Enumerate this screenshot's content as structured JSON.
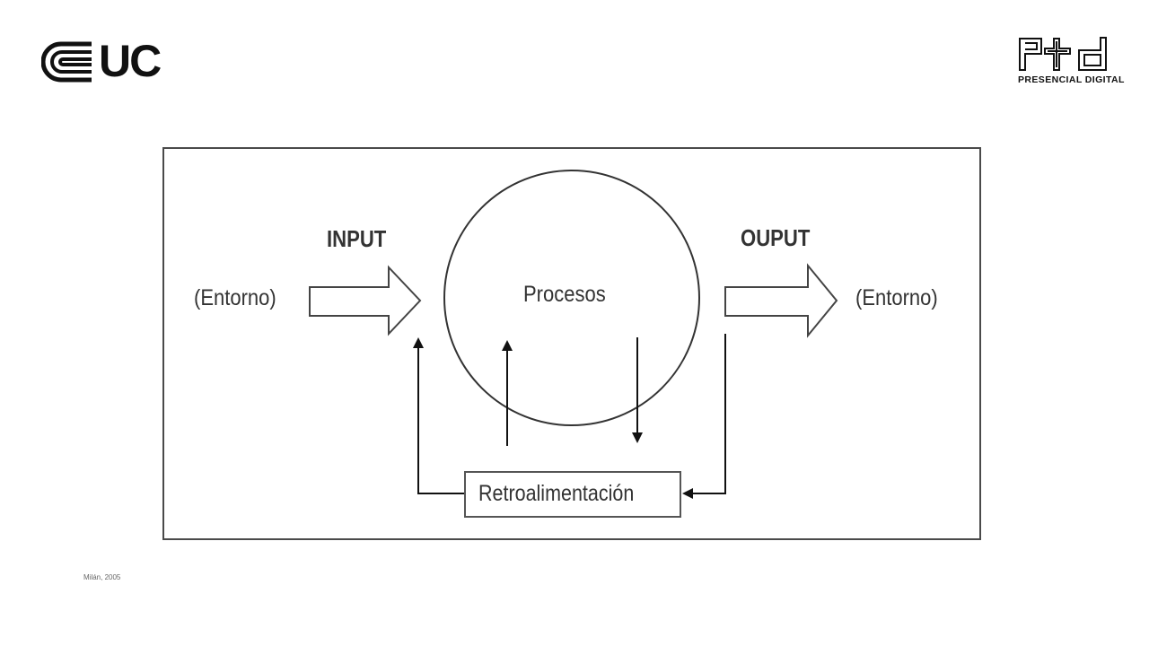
{
  "header": {
    "left_logo": {
      "icon": "uc-logo-icon",
      "text": "UC"
    },
    "right_logo": {
      "icon": "ptd-logo-icon",
      "text": "P+d",
      "caption": "PRESENCIAL DIGITAL"
    }
  },
  "diagram": {
    "input_label": "INPUT",
    "output_label": "OUPUT",
    "left_environment": "(Entorno)",
    "right_environment": "(Entorno)",
    "process_label": "Procesos",
    "feedback_label": "Retroalimentación"
  },
  "footer": {
    "source": "Milán, 2005"
  }
}
